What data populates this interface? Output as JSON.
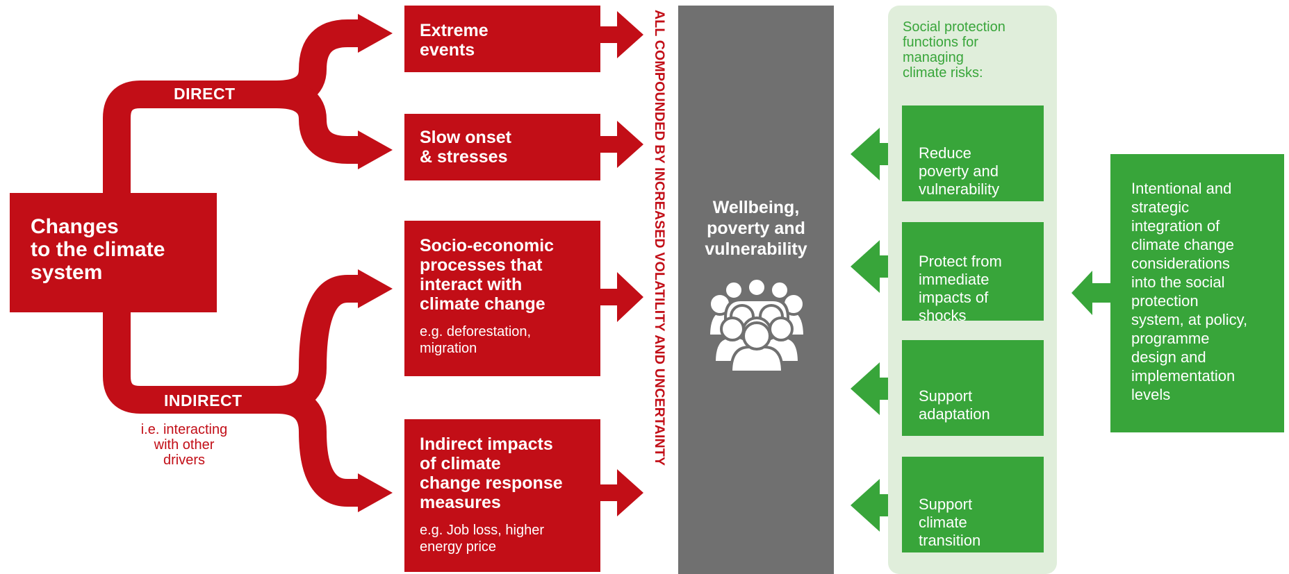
{
  "colors": {
    "red": "#c20e17",
    "green": "#38a53a",
    "light_green": "#e0eedb",
    "gray": "#707070"
  },
  "source": {
    "title": "Changes\nto the climate\nsystem"
  },
  "branches": {
    "direct": "DIRECT",
    "indirect": "INDIRECT",
    "indirect_note": "i.e. interacting\nwith other drivers"
  },
  "drivers": [
    {
      "label": "Extreme\nevents",
      "example": ""
    },
    {
      "label": "Slow onset\n& stresses",
      "example": ""
    },
    {
      "label": "Socio-economic\nprocesses that\ninteract with\nclimate change",
      "example": "e.g. deforestation,\nmigration"
    },
    {
      "label": "Indirect impacts\nof climate\nchange response\nmeasures",
      "example": "e.g. Job loss, higher\nenergy price"
    }
  ],
  "compounding_note": "ALL COMPOUNDED BY INCREASED VOLATILITY AND UNCERTAINTY",
  "outcome": {
    "title": "Wellbeing,\npoverty and\nvulnerability",
    "icon": "people-group-icon"
  },
  "social_protection": {
    "title": "Social protection\nfunctions for\nmanaging\nclimate risks:",
    "functions": [
      "Reduce\npoverty and\nvulnerability",
      "Protect from\nimmediate\nimpacts of\nshocks",
      "Support\nadaptation",
      "Support\nclimate\ntransition"
    ]
  },
  "integration": "Intentional and\nstrategic\nintegration of\nclimate change\nconsiderations\ninto the social\nprotection\nsystem, at policy,\nprogramme\ndesign and\nimplementation\nlevels"
}
